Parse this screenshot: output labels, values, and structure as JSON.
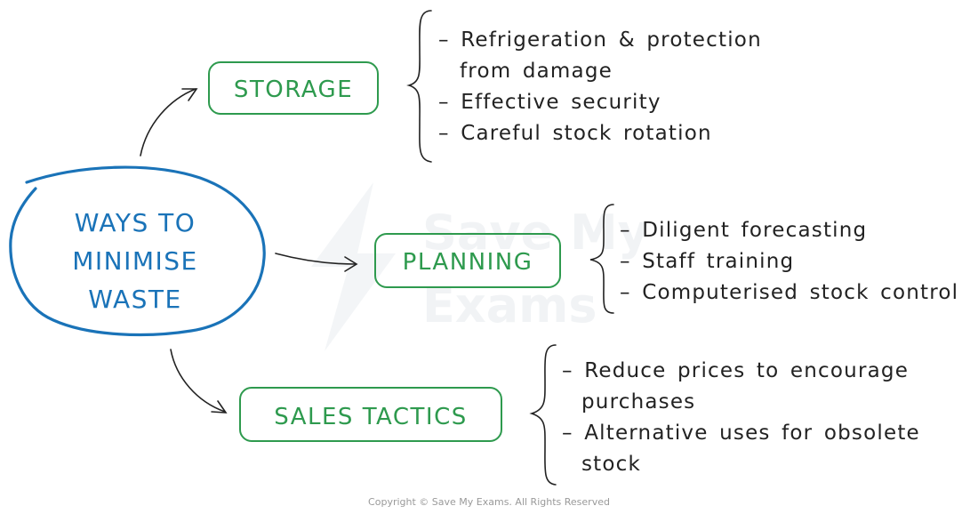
{
  "colors": {
    "central": "#1a73b8",
    "branch": "#2e9a4e",
    "ink": "#222222",
    "watermark": "#f1f3f5"
  },
  "central": {
    "lines": [
      "WAYS TO",
      "MINIMISE",
      "WASTE"
    ]
  },
  "branches": [
    {
      "label": "STORAGE",
      "bullets": [
        [
          "– Refrigeration & protection",
          "from damage"
        ],
        [
          "– Effective security"
        ],
        [
          "– Careful stock rotation"
        ]
      ]
    },
    {
      "label": "PLANNING",
      "bullets": [
        [
          "– Diligent forecasting"
        ],
        [
          "– Staff training"
        ],
        [
          "– Computerised stock control"
        ]
      ]
    },
    {
      "label": "SALES TACTICS",
      "bullets": [
        [
          "– Reduce prices to encourage",
          "purchases"
        ],
        [
          "– Alternative uses for obsolete",
          "stock"
        ]
      ]
    }
  ],
  "watermark": {
    "lines": [
      "Save My",
      "Exams"
    ]
  },
  "copyright": "Copyright © Save My Exams. All Rights Reserved"
}
